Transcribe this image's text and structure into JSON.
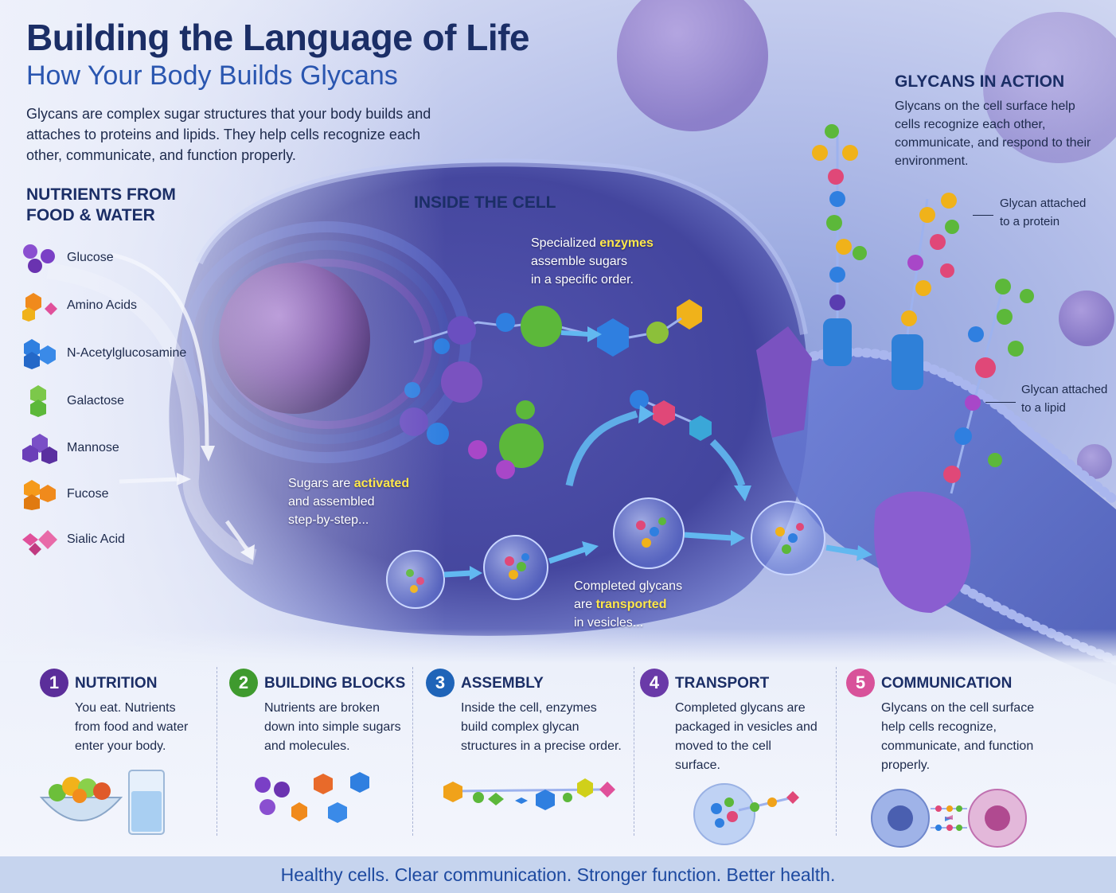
{
  "header": {
    "title": "Building the Language of Life",
    "subtitle": "How Your Body Builds Glycans",
    "intro": "Glycans are complex sugar structures that your body builds and attaches to proteins and lipids. They help cells recognize each other, communicate, and function properly."
  },
  "nutrients": {
    "heading_line1": "NUTRIENTS FROM",
    "heading_line2": "FOOD & WATER",
    "items": [
      {
        "label": "Glucose",
        "icon": "glucose-molecule-icon",
        "color": "#7a3fc6"
      },
      {
        "label": "Amino Acids",
        "icon": "amino-acids-molecule-icon",
        "color": "#f08a1c"
      },
      {
        "label": "N-Acetylglucosamine",
        "icon": "n-acetylglucosamine-molecule-icon",
        "color": "#2f7fe0"
      },
      {
        "label": "Galactose",
        "icon": "galactose-molecule-icon",
        "color": "#5cb83a"
      },
      {
        "label": "Mannose",
        "icon": "mannose-molecule-icon",
        "color": "#6b3fb8"
      },
      {
        "label": "Fucose",
        "icon": "fucose-molecule-icon",
        "color": "#f59a1a"
      },
      {
        "label": "Sialic Acid",
        "icon": "sialic-acid-molecule-icon",
        "color": "#e0509a"
      }
    ]
  },
  "inside_cell": {
    "heading": "INSIDE THE CELL",
    "enzymes": {
      "pre": "Specialized ",
      "highlight": "enzymes",
      "post1": "assemble sugars",
      "post2": "in a specific order."
    },
    "activation": {
      "pre": "Sugars are ",
      "highlight": "activated",
      "post1": "and assembled",
      "post2": "step-by-step..."
    },
    "transport": {
      "line1": "Completed glycans",
      "pre": "are ",
      "highlight": "transported",
      "post": "in vesicles..."
    }
  },
  "glycans_in_action": {
    "heading": "GLYCANS IN ACTION",
    "text": "Glycans on the cell surface help cells recognize each other, communicate, and respond to their environment.",
    "protein_callout_1": "Glycan attached",
    "protein_callout_2": "to a protein",
    "lipid_callout_1": "Glycan attached",
    "lipid_callout_2": "to a lipid"
  },
  "steps": [
    {
      "number": "1",
      "title": "NUTRITION",
      "desc": "You eat. Nutrients from food and water enter your body.",
      "color": "#5b2e9a",
      "icon": "salad-and-water-icon"
    },
    {
      "number": "2",
      "title": "BUILDING BLOCKS",
      "desc": "Nutrients are broken down into simple sugars and molecules.",
      "color": "#3f9a2e",
      "icon": "sugar-molecules-icon"
    },
    {
      "number": "3",
      "title": "ASSEMBLY",
      "desc": "Inside the cell, enzymes build complex glycan structures in a precise order.",
      "color": "#1f64b8",
      "icon": "glycan-chain-icon"
    },
    {
      "number": "4",
      "title": "TRANSPORT",
      "desc": "Completed glycans are packaged in vesicles and moved to the cell surface.",
      "color": "#6a3aa8",
      "icon": "vesicle-icon"
    },
    {
      "number": "5",
      "title": "COMMUNICATION",
      "desc": "Glycans on the cell surface help cells recognize, communicate, and function properly.",
      "color": "#d8529a",
      "icon": "cell-communication-icon"
    }
  ],
  "footer": {
    "tagline": "Healthy cells. Clear communication. Stronger function. Better health."
  }
}
